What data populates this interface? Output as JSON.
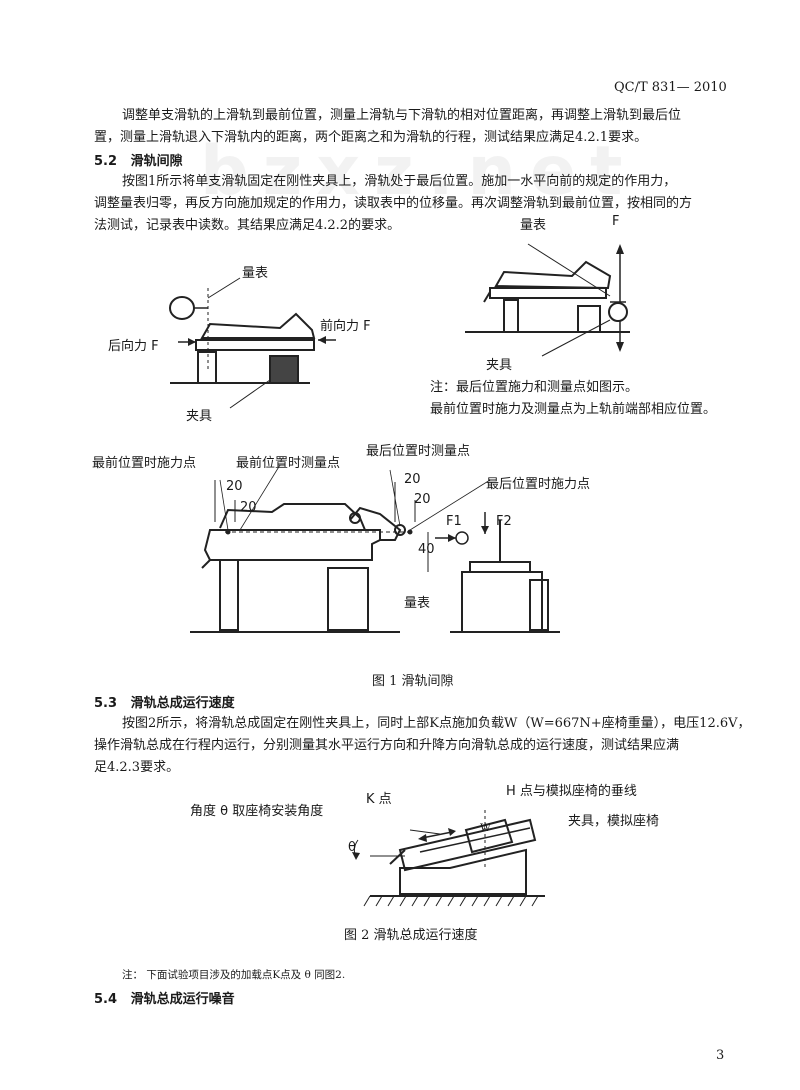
{
  "header": {
    "std_code": "QC/T 831— 2010"
  },
  "watermark": "bzxz.net",
  "para1": {
    "line1": "调整单支滑轨的上滑轨到最前位置，测量上滑轨与下滑轨的相对位置距离，再调整上滑轨到最后位",
    "line2": "置，测量上滑轨退入下滑轨内的距离，两个距离之和为滑轨的行程，测试结果应满足4.2.1要求。"
  },
  "sec52": {
    "number": "5.2",
    "title": "滑轨间隙",
    "line1": "按图1所示将单支滑轨固定在刚性夹具上，滑轨处于最后位置。施加一水平向前的规定的作用力，",
    "line2": "调整量表归零，再反方向施加规定的作用力，读取表中的位移量。再次调整滑轨到最前位置，按相同的方",
    "line3": "法测试，记录表中读数。其结果应满足4.2.2的要求。"
  },
  "fig_left": {
    "gauge": "量表",
    "front_force": "前向力 F",
    "rear_force": "后向力 F",
    "fixture": "夹具"
  },
  "fig_right": {
    "gauge": "量表",
    "force": "F",
    "fixture": "夹具",
    "note1": "注：最后位置施力和测量点如图示。",
    "note2": "最前位置时施力及测量点为上轨前端部相应位置。"
  },
  "fig1": {
    "label_front_force_pt": "最前位置时施力点",
    "label_front_meas_pt": "最前位置时测量点",
    "label_rear_meas_pt": "最后位置时测量点",
    "label_rear_force_pt": "最后位置时施力点",
    "dim_20_a": "20",
    "dim_20_b": "20",
    "dim_20_c": "20",
    "dim_20_d": "20",
    "dim_40": "40",
    "f1": "F1",
    "f2": "F2",
    "gauge": "量表",
    "caption": "图 1 滑轨间隙"
  },
  "sec53": {
    "number": "5.3",
    "title": "滑轨总成运行速度",
    "line1": "按图2所示，将滑轨总成固定在刚性夹具上，同时上部K点施加负载W（W=667N+座椅重量），电压12.6V，",
    "line2": "操作滑轨总成在行程内运行，分别测量其水平运行方向和升降方向滑轨总成的运行速度，测试结果应满",
    "line3": "足4.2.3要求。"
  },
  "fig2": {
    "label_angle": "角度 θ 取座椅安装角度",
    "label_k": "K 点",
    "label_h": "H 点与模拟座椅的垂线",
    "label_fixture": "夹具，模拟座椅",
    "theta": "θ",
    "w": "W",
    "caption": "图 2 滑轨总成运行速度"
  },
  "note": "注：  下面试验项目涉及的加载点K点及 θ 同图2.",
  "sec54": {
    "number": "5.4",
    "title": "滑轨总成运行噪音"
  },
  "page_number": "3"
}
